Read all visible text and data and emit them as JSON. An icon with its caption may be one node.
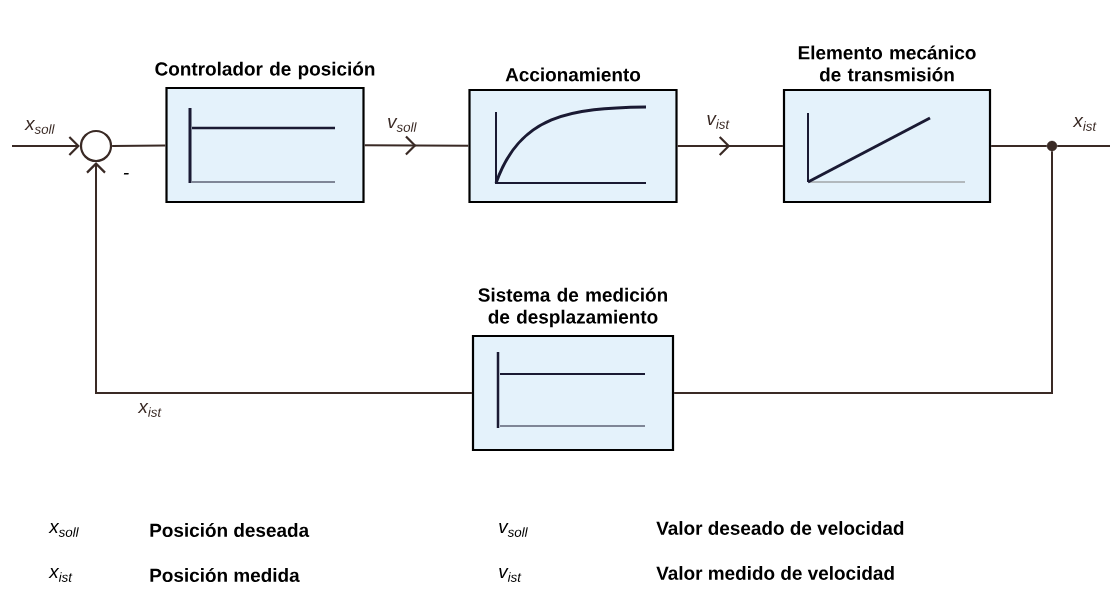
{
  "diagram": {
    "nodes": [
      {
        "text": [],
        "shape": "circle"
      },
      {
        "text": [
          "Controlador de posición"
        ]
      },
      {
        "text": [
          "Accionamiento"
        ]
      },
      {
        "text": [
          "Elemento mecánico de transmisión"
        ]
      },
      {
        "text": [],
        "shape": "circle"
      },
      {
        "text": [
          "Sistema de medición de desplazamiento"
        ]
      }
    ],
    "edges": [
      {
        "from": null,
        "to": 0,
        "arrow": "to",
        "label": "x$_{soll}$"
      },
      {
        "from": 0,
        "to": 1,
        "arrow": "none"
      },
      {
        "from": 1,
        "to": 2,
        "arrow": "to",
        "label": "v$_{soll}$"
      },
      {
        "from": 2,
        "to": 3,
        "arrow": "to",
        "label": "v$_{ist}$"
      },
      {
        "from": 3,
        "to": 4,
        "arrow": "none"
      },
      {
        "from": 4,
        "to": null,
        "arrow": "none",
        "label": "x$_{ist}$"
      },
      {
        "from": 4,
        "to": 5,
        "arrow": "none"
      },
      {
        "from": 5,
        "to": 0,
        "arrow": "to",
        "label": "x$_{ist}$"
      }
    ],
    "labels": [
      "-",
      "x$_{soll}$",
      "Posición deseada",
      "v$_{soll}$",
      "Valor deseado de velocidad",
      "x$_{ist}$",
      "Posición medida",
      "v$_{ist}$",
      "Valor medido de velocidad"
    ]
  }
}
